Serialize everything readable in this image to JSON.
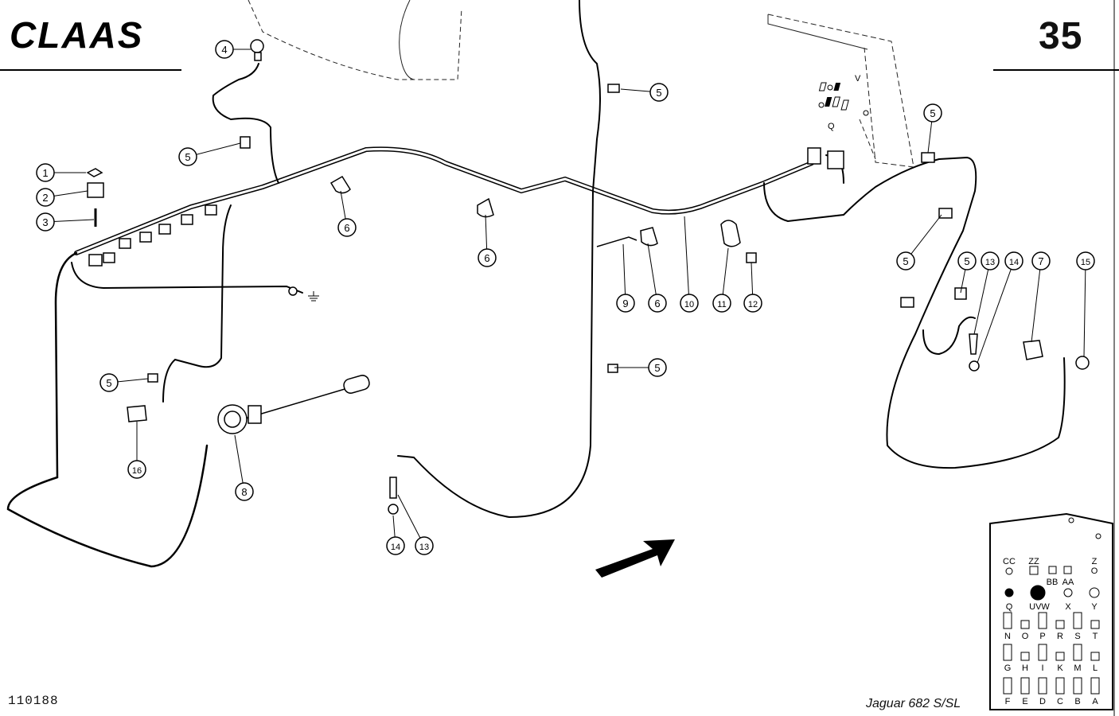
{
  "header": {
    "brand": "CLAAS",
    "page_number": "35"
  },
  "footer": {
    "drawing_number": "110188",
    "model": "Jaguar 682 S/SL"
  },
  "callouts": [
    "1",
    "2",
    "3",
    "4",
    "5",
    "5",
    "5",
    "5",
    "5",
    "5",
    "5",
    "6",
    "6",
    "6",
    "7",
    "8",
    "9",
    "10",
    "11",
    "12",
    "13",
    "13",
    "14",
    "14",
    "15",
    "16"
  ],
  "panel_labels": {
    "upper_right": [
      "V",
      "Q"
    ],
    "fuse_box": {
      "top": [
        "CC",
        "ZZ",
        "BB",
        "AA",
        "Z",
        "O"
      ],
      "mid": [
        "Q",
        "UVW",
        "X",
        "Y"
      ],
      "row1": [
        "N",
        "O",
        "P",
        "R",
        "S",
        "T"
      ],
      "row2": [
        "G",
        "H",
        "I",
        "K",
        "M",
        "L"
      ],
      "row3": [
        "F",
        "E",
        "D",
        "C",
        "B",
        "A"
      ]
    }
  },
  "icons": [
    "ground-symbol-icon",
    "direction-arrow-icon",
    "claas-logo-icon"
  ]
}
